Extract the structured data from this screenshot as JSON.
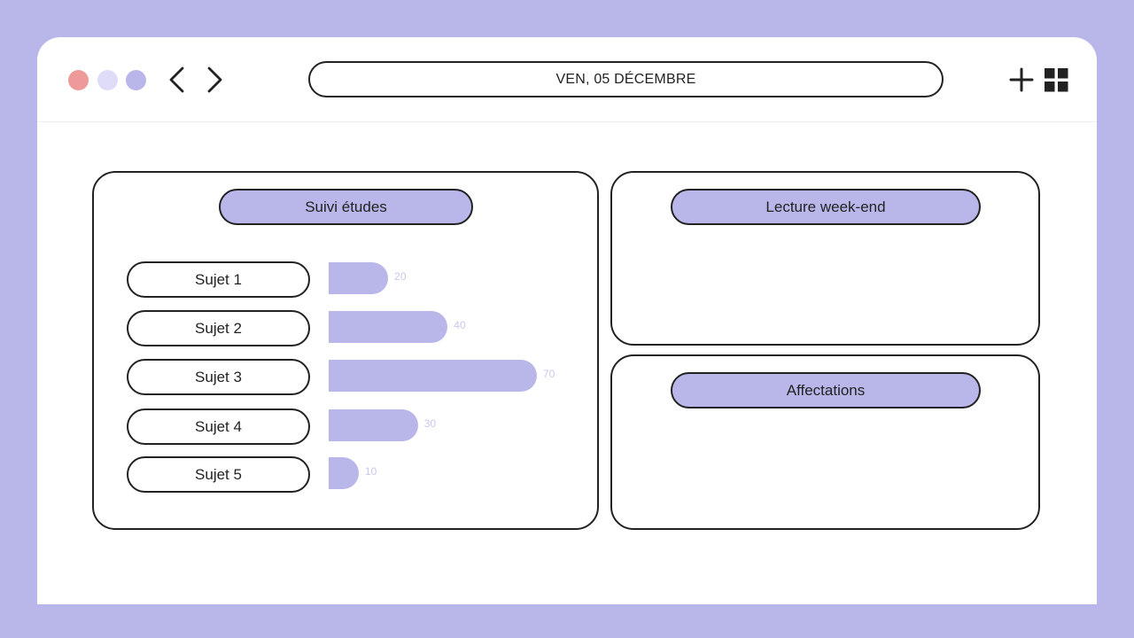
{
  "window": {
    "controls": [
      "close",
      "minimize",
      "maximize"
    ],
    "nav": {
      "back_icon": "chevron-left-icon",
      "forward_icon": "chevron-right-icon"
    },
    "address": "VEN, 05 DÉCEMBRE",
    "actions": {
      "add_icon": "plus-icon",
      "apps_icon": "grid-icon"
    }
  },
  "colors": {
    "accent": "#b9b7ea",
    "accent_light": "#dedcf6",
    "close": "#ef9a9a",
    "outline": "#222222"
  },
  "study": {
    "title": "Suivi études",
    "chart_data": {
      "type": "bar",
      "orientation": "horizontal",
      "categories": [
        "Sujet 1",
        "Sujet 2",
        "Sujet 3",
        "Sujet 4",
        "Sujet 5"
      ],
      "values": [
        20,
        40,
        70,
        30,
        10
      ],
      "value_labels": [
        "20",
        "40",
        "70",
        "30",
        "10"
      ]
    }
  },
  "reading": {
    "title": "Lecture week-end"
  },
  "assignments": {
    "title": "Affectations"
  }
}
